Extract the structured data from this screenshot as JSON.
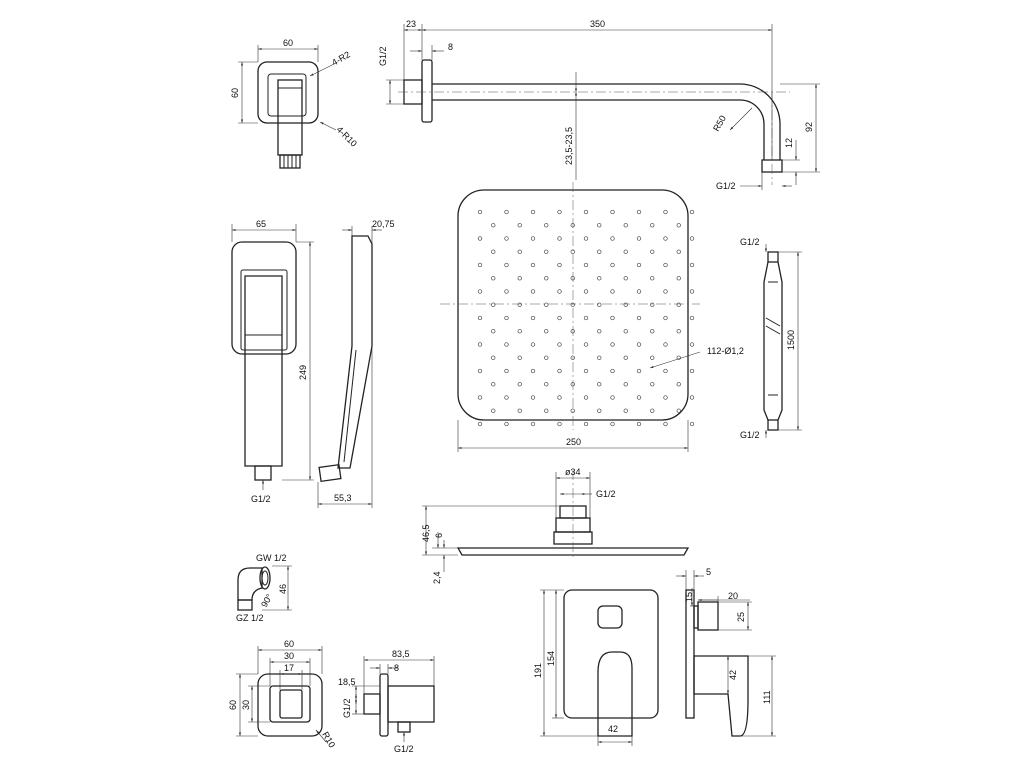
{
  "wall_bracket": {
    "width": "60",
    "height": "60",
    "radius_outer": "4-R2",
    "radius_inner": "4-R10"
  },
  "shower_arm": {
    "flange_offset": "23",
    "length": "350",
    "flange_thickness": "8",
    "thread_in": "G1/2",
    "bend_radius": "R50",
    "drop": "92",
    "thread_len": "12",
    "thread_out": "G1/2",
    "offset_range": "23,5-23,5"
  },
  "hand_shower": {
    "width": "65",
    "length": "249",
    "side_width": "20,75",
    "depth": "55,3",
    "thread": "G1/2"
  },
  "head": {
    "size": "250",
    "holes": "112-Ø1,2"
  },
  "hose": {
    "length": "1500",
    "thread_top": "G1/2",
    "thread_bottom": "G1/2"
  },
  "head_side": {
    "diameter": "ø34",
    "thread": "G1/2",
    "total": "46,5",
    "body": "6",
    "plate": "2,4"
  },
  "elbow": {
    "thread_female": "GW 1/2",
    "thread_male": "GZ 1/2",
    "height": "46",
    "angle": "90°"
  },
  "outlet": {
    "width": "60",
    "inner": "30",
    "hole": "17",
    "height": "60",
    "inner_h": "30",
    "radius": "R10"
  },
  "outlet_side": {
    "length": "83,5",
    "flange": "8",
    "offset": "18,5",
    "thread_in": "G1/2",
    "thread_out": "G1/2"
  },
  "mixer": {
    "height_total": "191",
    "height_plate": "154",
    "handle": "42"
  },
  "mixer_side": {
    "t1": "5",
    "t2": "20",
    "h1": "15",
    "h2": "25",
    "h3": "42",
    "h4": "111"
  }
}
